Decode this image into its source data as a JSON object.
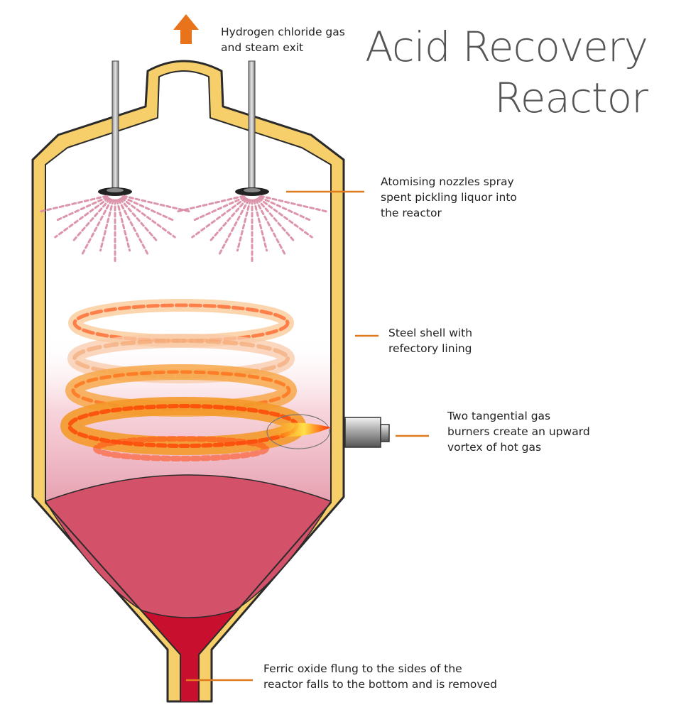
{
  "title": {
    "line1": "Acid Recovery",
    "line2": "Reactor"
  },
  "labels": {
    "exit": {
      "line1": "Hydrogen chloride gas",
      "line2": "and steam exit"
    },
    "nozzles": {
      "line1": "Atomising nozzles spray",
      "line2": "spent pickling liquor into",
      "line3": "the reactor"
    },
    "shell": {
      "line1": "Steel shell with",
      "line2": "refectory lining"
    },
    "burners": {
      "line1": "Two tangential gas",
      "line2": "burners create an upward",
      "line3": "vortex of hot gas"
    },
    "oxide": {
      "line1": "Ferric oxide flung to the sides of the",
      "line2": "reactor falls to the bottom and is removed"
    }
  },
  "colors": {
    "leader_line": "#e07a1f",
    "exit_arrow": "#e8731a",
    "shell_fill": "#f6cf6a",
    "shell_outline": "#2b2b2b",
    "ferric_oxide": "#c8102e",
    "slurry": "#d4516a",
    "spray": "#d98aa3",
    "vortex": "#f39a2b",
    "title_text": "#555555"
  },
  "icons": {
    "exit": "up-arrow-icon",
    "nozzle": "nozzle-icon",
    "burner": "burner-icon"
  }
}
